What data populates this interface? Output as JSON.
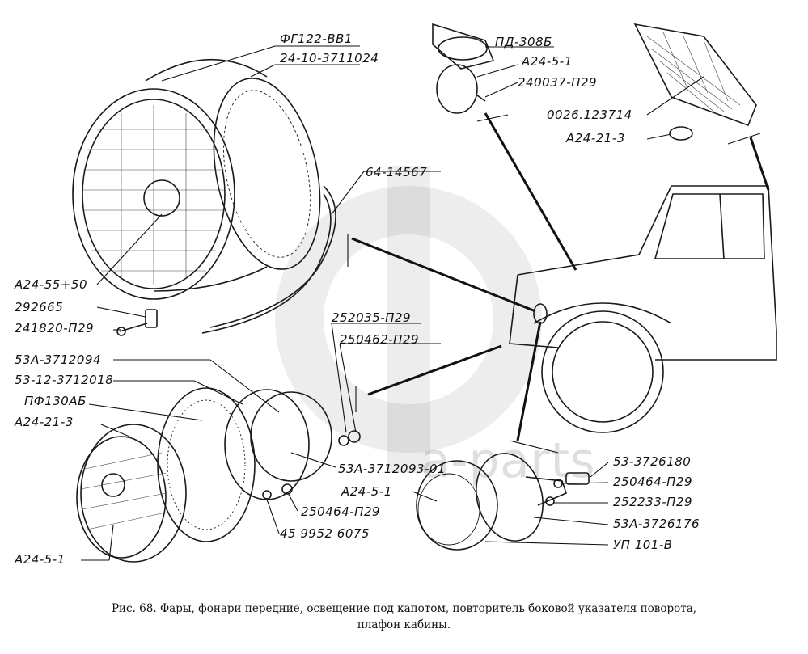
{
  "watermark": "a-parts",
  "labels": {
    "fg122": "ФГ122-ВВ1",
    "rim": "24-10-3711024",
    "pd308": "ПД-308Б",
    "a24_5_1_top": "А24-5-1",
    "screw_top": "240037-П29",
    "plafon": "0026.123714",
    "a24_21_3_top": "А24-21-3",
    "clamp": "64-14567",
    "lamp_main": "А24-55+50",
    "clip": "292665",
    "screw_clip": "241820-П29",
    "nut1": "252035-П29",
    "washer1": "250462-П29",
    "f_53a_3712094": "53А-3712094",
    "f_53_12": "53-12-3712018",
    "f_pf130": "ПФ130АБ",
    "a24_21_3_left": "А24-21-3",
    "f_53a_3712093": "53А-3712093-01",
    "washer_bot": "250464-П29",
    "code_45": "45 9952 6075",
    "a24_5_1_left": "А24-5-1",
    "rep_53_3726180": "53-3726180",
    "rep_250464": "250464-П29",
    "rep_a24_5_1": "А24-5-1",
    "rep_252233": "252233-П29",
    "rep_53a_3726176": "53А-3726176",
    "rep_up101": "УП 101-В"
  },
  "caption": {
    "line1": "Рис. 68. Фары, фонари передние, освещение под капотом, повторитель боковой указателя поворота,",
    "line2": "плафон кабины."
  }
}
